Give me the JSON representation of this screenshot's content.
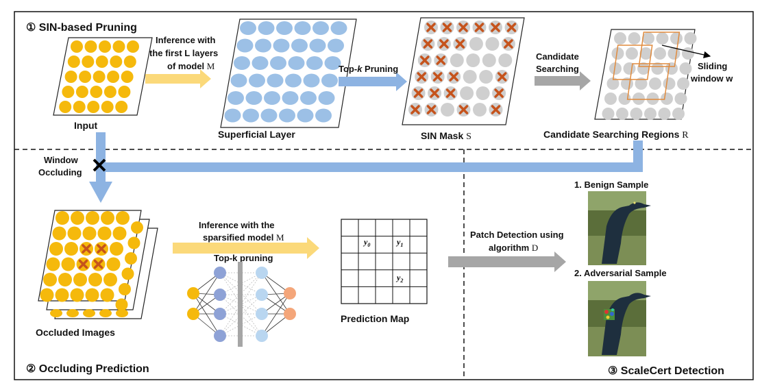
{
  "sections": {
    "s1": "① SIN-based Pruning",
    "s2": "② Occluding Prediction",
    "s3": "③ ScaleCert Detection"
  },
  "labels": {
    "input": "Input",
    "inference_l1": "Inference with",
    "inference_l2": "the first L layers",
    "inference_l3": "of model",
    "model_sym": "M",
    "superficial": "Superficial Layer",
    "topk_pre": "Top-",
    "topk_k": "k",
    "topk_post": " Pruning",
    "sin_mask": "SIN Mask",
    "sin_sym": "S",
    "candidate_l1": "Candidate",
    "candidate_l2": "Searching",
    "sliding_l1": "Sliding",
    "sliding_l2": "window w",
    "regions": "Candidate Searching Regions",
    "regions_sym": "R",
    "window_l1": "Window",
    "window_l2": "Occluding",
    "occluded": "Occluded Images",
    "inf2_l1": "Inference with the",
    "inf2_l2": "sparsified model",
    "topk_small": "Top-k pruning",
    "pred_map": "Prediction Map",
    "y0": "y",
    "y0_sub": "0",
    "y1": "y",
    "y1_sub": "1",
    "y2": "y",
    "y2_sub": "2",
    "patch_l1": "Patch Detection using",
    "patch_l2": "algorithm",
    "algo_sym": "D",
    "benign": "1.  Benign Sample",
    "adversarial": "2. Adversarial Sample"
  },
  "colors": {
    "orange": "#F5B90C",
    "blue": "#9CC0E6",
    "arrow_yellow": "#FBD97A",
    "arrow_blue": "#8DB3E2",
    "arrow_gray": "#A6A6A6",
    "cross": "#C5531C",
    "gray_dot": "#CFCFCF",
    "region": "#E08A3C"
  }
}
